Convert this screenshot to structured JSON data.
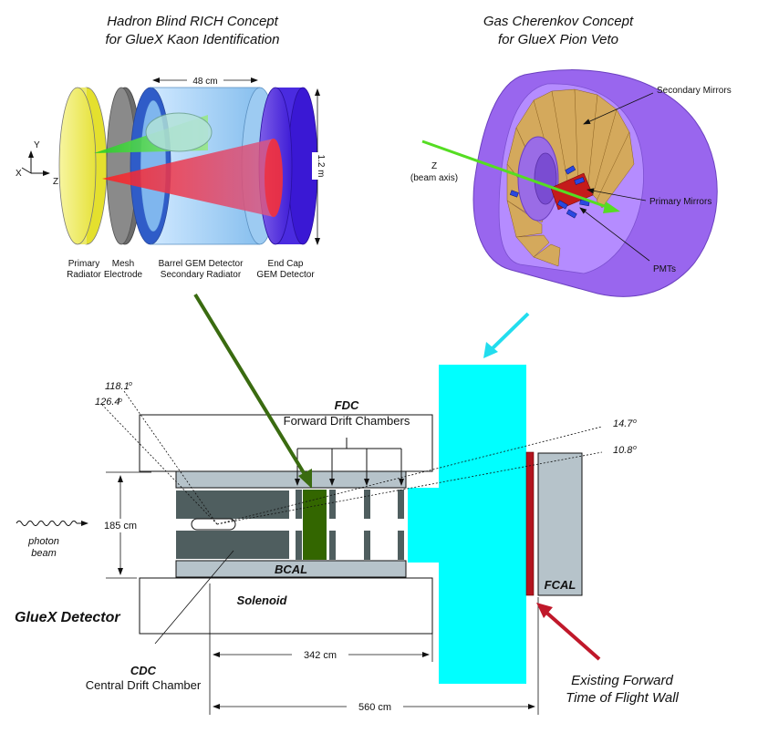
{
  "rich": {
    "title_line1": "Hadron Blind RICH Concept",
    "title_line2": "for GlueX Kaon Identification",
    "dim_length": "48 cm",
    "dim_height": "1.2 m",
    "axis_y": "Y",
    "axis_x": "X",
    "axis_z": "Z",
    "label_primary_1": "Primary",
    "label_primary_2": "Radiator",
    "label_mesh_1": "Mesh",
    "label_mesh_2": "Electrode",
    "label_barrel_1": "Barrel GEM Detector",
    "label_barrel_2": "Secondary Radiator",
    "label_endcap_1": "End Cap",
    "label_endcap_2": "GEM Detector"
  },
  "cherenkov": {
    "title_line1": "Gas Cherenkov Concept",
    "title_line2": "for GlueX Pion Veto",
    "label_z": "Z",
    "label_beam_axis": "(beam axis)",
    "label_secondary_mirrors": "Secondary Mirrors",
    "label_primary_mirrors": "Primary Mirrors",
    "label_pmts": "PMTs"
  },
  "detector": {
    "title": "GlueX Detector",
    "fdc_abbr": "FDC",
    "fdc_name": "Forward Drift Chambers",
    "cdc_abbr": "CDC",
    "cdc_name": "Central Drift Chamber",
    "bcal": "BCAL",
    "fcal": "FCAL",
    "solenoid": "Solenoid",
    "photon_beam_1": "photon",
    "photon_beam_2": "beam",
    "dim_185": "185 cm",
    "dim_342": "342 cm",
    "dim_560": "560 cm",
    "angle_118": "118.1",
    "angle_126": "126.4",
    "angle_147": "14.7",
    "angle_108": "10.8",
    "degree_mark": "o",
    "tof_line1": "Existing Forward",
    "tof_line2": "Time of Flight Wall"
  },
  "colors": {
    "green_arrow": "#3a6b10",
    "cyan": "#00ffff",
    "red_arrow": "#c0182a",
    "tof_red": "#b3141e",
    "cal_gray": "#b6c3ca",
    "chamber_dark": "#4f5e5f",
    "purple": "#9b6cf0"
  }
}
